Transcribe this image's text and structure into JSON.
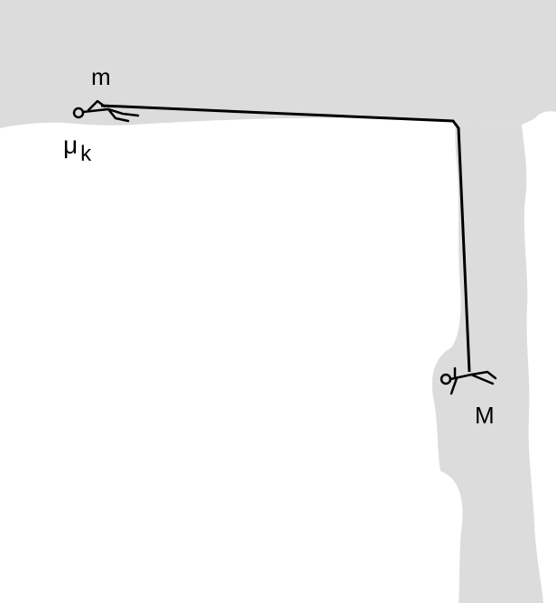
{
  "diagram": {
    "labels": {
      "top_mass": "m",
      "friction_symbol": "μ",
      "friction_subscript": "k",
      "hanging_mass": "M"
    },
    "colors": {
      "background": "#ffffff",
      "rock": "#dcdcdc",
      "rope": "#000000",
      "figure": "#000000"
    }
  }
}
